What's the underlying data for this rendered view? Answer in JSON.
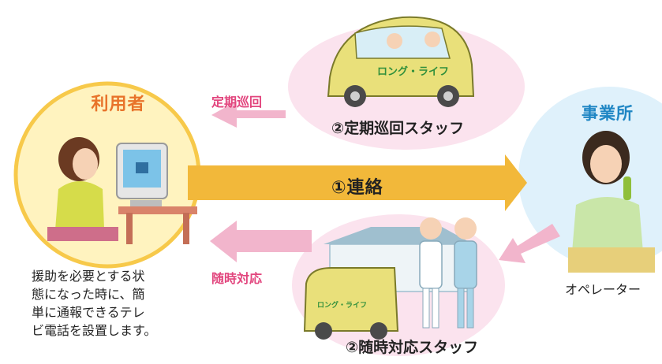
{
  "nodes": {
    "user": {
      "title": "利用者"
    },
    "office": {
      "title": "事業所",
      "operator_label": "オペレーター"
    }
  },
  "arrows": {
    "contact": "①連絡",
    "periodic": "定期巡回",
    "anytime": "随時対応"
  },
  "staff": {
    "periodic": "②定期巡回スタッフ",
    "anytime": "②随時対応スタッフ"
  },
  "car_logo": "ロング・ライフ",
  "description": [
    "援助を必要とする状",
    "態になった時に、簡",
    "単に通報できるテレ",
    "ビ電話を設置します。"
  ],
  "colors": {
    "user_title": "#e8732a",
    "office_title": "#1f86c4",
    "pink_label": "#e2467e",
    "contact_arrow": "#f2b83a",
    "pink_arrow": "#f2b5cc",
    "user_circle_bg": "#fff3bf",
    "user_circle_border": "#f7c94a",
    "office_circle_bg": "#dff1fb",
    "staff_cloud": "#fbe3ee"
  }
}
